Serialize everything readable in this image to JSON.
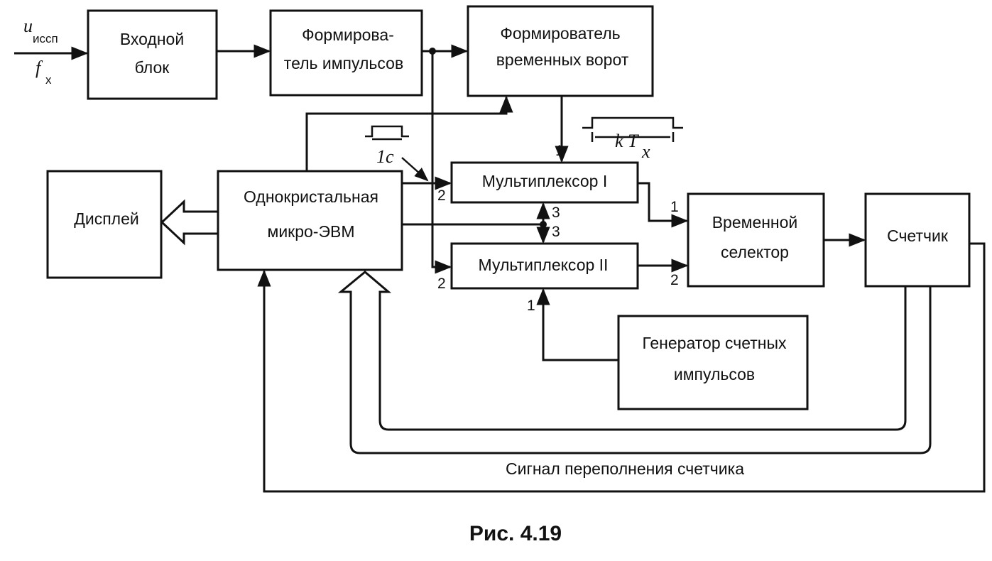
{
  "blocks": {
    "input_block": {
      "line1": "Входной",
      "line2": "блок"
    },
    "pulse_shaper": {
      "line1": "Формирова-",
      "line2": "тель импульсов"
    },
    "gate_shaper": {
      "line1": "Формирователь",
      "line2": "временных ворот"
    },
    "display": {
      "label": "Дисплей"
    },
    "mcu": {
      "line1": "Однокристальная",
      "line2": "микро-ЭВМ"
    },
    "mux1": {
      "label": "Мультиплексор I"
    },
    "mux2": {
      "label": "Мультиплексор II"
    },
    "time_selector": {
      "line1": "Временной",
      "line2": "селектор"
    },
    "counter": {
      "label": "Счетчик"
    },
    "clock_gen": {
      "line1": "Генератор счетных",
      "line2": "импульсов"
    }
  },
  "inputs": {
    "u_main": "u",
    "u_sub": "иссп",
    "f_main": "f",
    "f_sub": "x"
  },
  "pins": {
    "mux1_top": "1",
    "mux1_left": "2",
    "mux1_bottom": "3",
    "mux2_top": "3",
    "mux2_left": "2",
    "mux2_bottom": "1",
    "ts_in1": "1",
    "ts_in2": "2"
  },
  "annotations": {
    "one_second": "1с",
    "kT_k": "k",
    "kT_T": "T",
    "kT_sub": "x"
  },
  "overflow_signal": "Сигнал переполнения счетчика",
  "caption": "Рис.  4.19"
}
